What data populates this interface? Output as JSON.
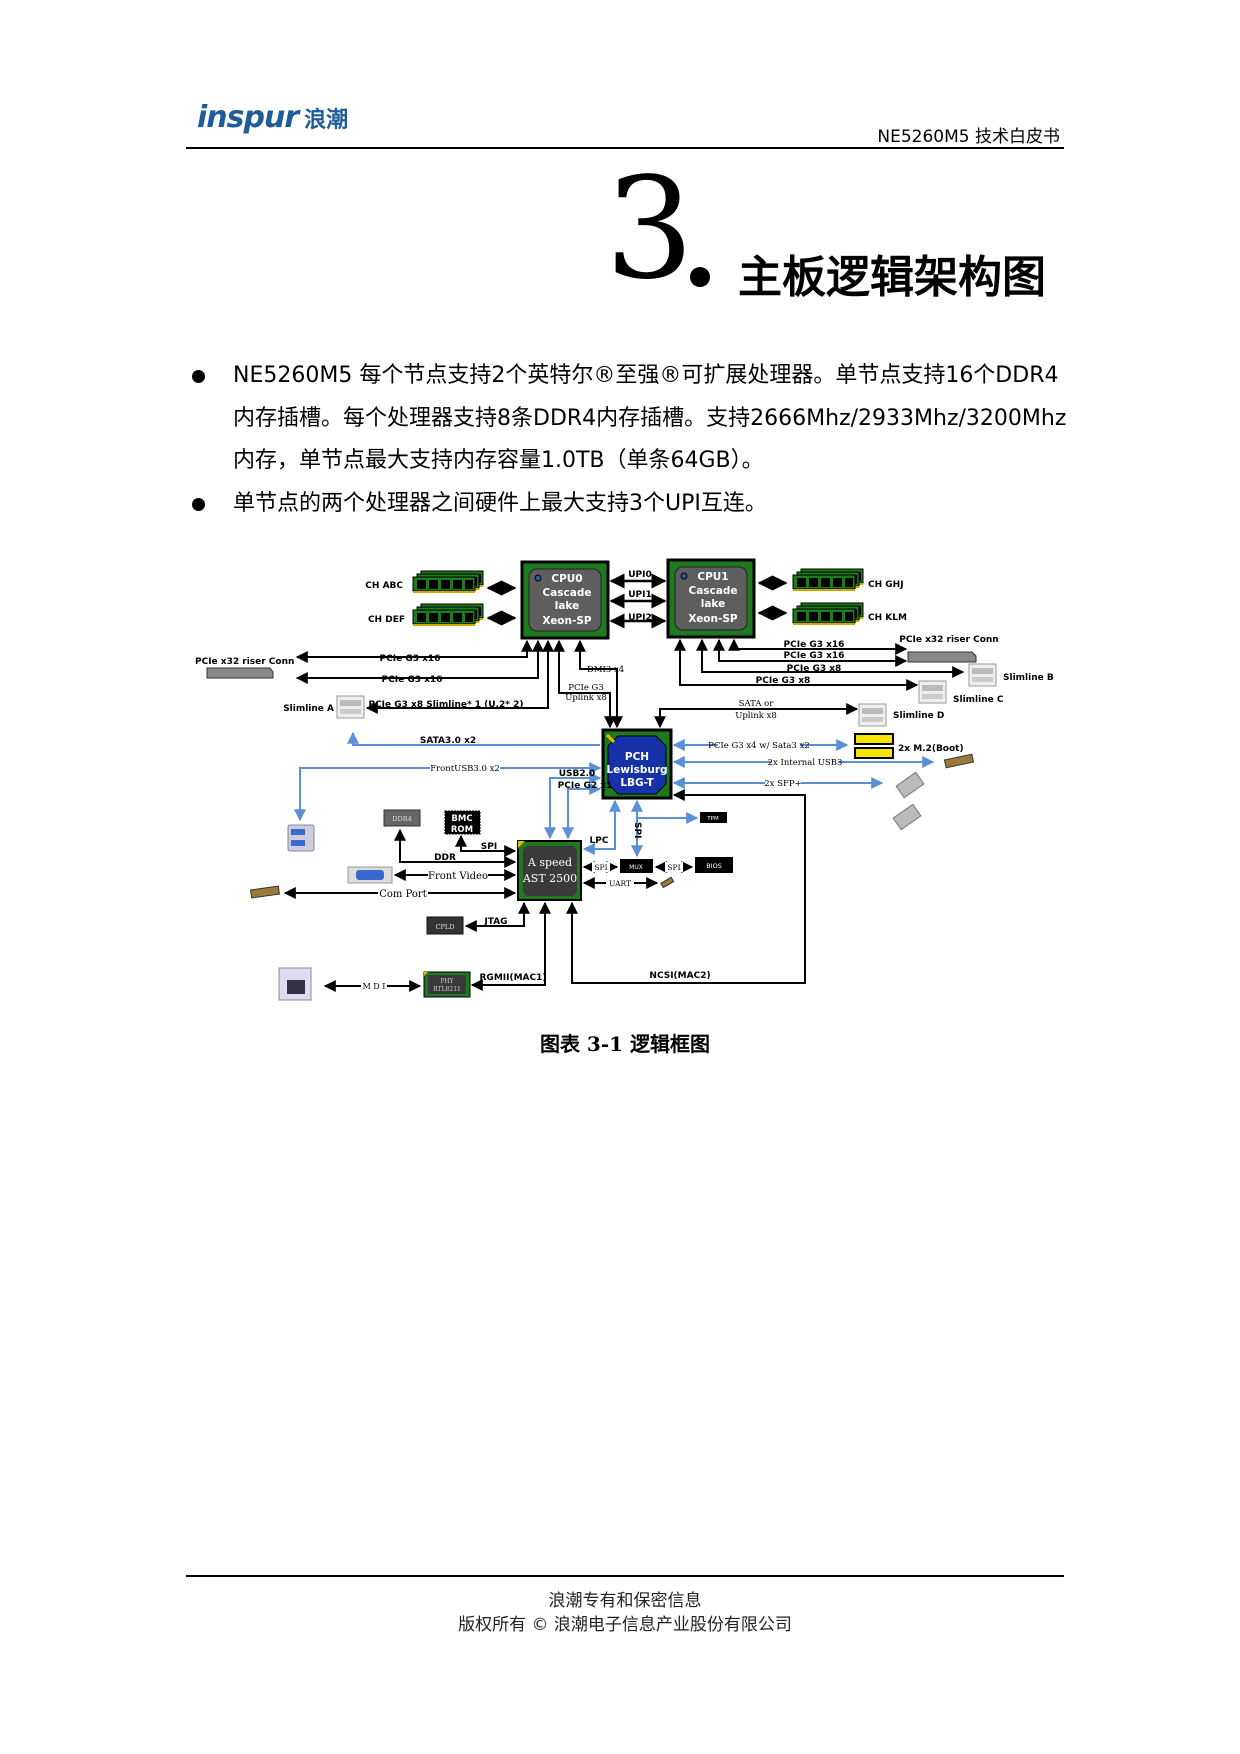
{
  "header": {
    "logo_text": "inspur",
    "logo_cn": "浪潮",
    "doc_title": "NE5260M5 技术白皮书"
  },
  "chapter": {
    "number": "3",
    "title": "主板逻辑架构图"
  },
  "bullets": [
    "NE5260M5  每个节点支持2个英特尔®至强®可扩展处理器。单节点支持16个DDR4内存插槽。每个处理器支持8条DDR4内存插槽。支持2666Mhz/2933Mhz/3200Mhz内存，单节点最大支持内存容量1.0TB（单条64GB）。",
    "单节点的两个处理器之间硬件上最大支持3个UPI互连。"
  ],
  "diagram": {
    "cpu0": [
      "CPU0",
      "Cascade",
      "lake",
      "Xeon-SP"
    ],
    "cpu1": [
      "CPU1",
      "Cascade",
      "lake",
      "Xeon-SP"
    ],
    "pch": [
      "PCH",
      "Lewisburg",
      "LBG-T"
    ],
    "bmc": [
      "A speed",
      "AST 2500"
    ],
    "upi": [
      "UPI0",
      "UPI1",
      "UPI2"
    ],
    "mem": {
      "abc": "CH ABC",
      "def": "CH DEF",
      "ghj": "CH GHJ",
      "klm": "CH KLM"
    },
    "left": {
      "riser": "PCIe x32  riser Conn",
      "pcie1": "PCIe G3 x16",
      "pcie2": "PCIe G3 x16",
      "slimA_link": "PCIe G3 x8 Slimline* 1 (U.2* 2)",
      "slimA": "Slimline A",
      "dmi": "DMI3 x4",
      "uplink1": "PCIe G3",
      "uplink2": "Uplink x8",
      "sata": "SATA3.0 x2",
      "frontusb": "FrontUSB3.0 x2",
      "usb2": "USB2.0",
      "pcieg2": "PCIe G2 x1"
    },
    "right": {
      "riser": "PCIe x32  riser Conn",
      "pcie1": "PCIe G3 x16",
      "pcie2": "PCIe G3 x16",
      "pcie3": "PCIe G3 x8",
      "pcie4": "PCIe G3 x8",
      "slimB": "Slimline B",
      "slimC": "Slimline C",
      "slimD": "Slimline D",
      "sataor1": "SATA or",
      "sataor2": "Uplink x8",
      "m2link": "PCIe G3 x4 w/ Sata3 x2",
      "m2": "2x M.2(Boot)",
      "iusb": "2x Internal USB3",
      "sfp": "2x SFP+"
    },
    "bmcside": {
      "ddr4": "DDR4",
      "bmcrom1": "BMC",
      "bmcrom2": "ROM",
      "spi": "SPI",
      "ddr": "DDR",
      "video": "Front Video",
      "com": "Com  Port",
      "cpld": "CPLD",
      "jtag": "JTAG",
      "rgmii": "RGMII(MAC1)",
      "phy1": "PHY",
      "phy2": "RTL8211",
      "mdi": "M D I",
      "ncsi": "NCSI(MAC2)",
      "lpc": "LPC",
      "spi_v": "SPI",
      "tpm": "TPM",
      "mux": "MUX",
      "spi_l": "SPI",
      "spi_r": "SPI",
      "bios": "BIOS",
      "uart": "UART"
    }
  },
  "caption": "图表 3-1  逻辑框图",
  "footer": {
    "line1": "浪潮专有和保密信息",
    "line2": "版权所有 © 浪潮电子信息产业股份有限公司"
  }
}
